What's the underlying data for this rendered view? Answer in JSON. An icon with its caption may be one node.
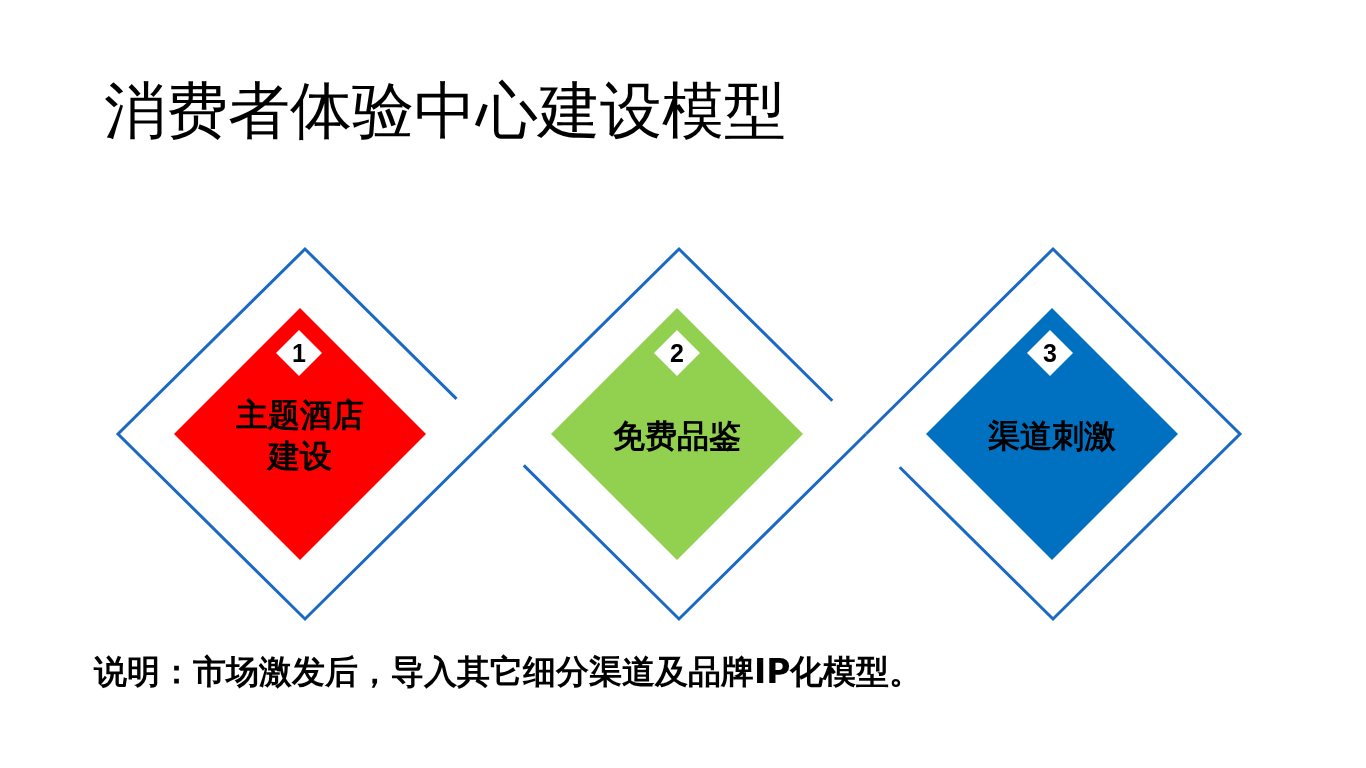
{
  "diagram": {
    "title": "消费者体验中心建设模型",
    "nodes": [
      {
        "text": [],
        "shape": "diamond"
      },
      {
        "text": [
          "主题酒店建设"
        ],
        "in": 0
      },
      {
        "text": [
          "1"
        ],
        "in": 1
      },
      {
        "text": [],
        "shape": "diamond"
      },
      {
        "text": [
          "免费品鉴"
        ],
        "in": 3
      },
      {
        "text": [
          "2"
        ],
        "in": 4
      },
      {
        "text": [],
        "shape": "diamond"
      },
      {
        "text": [
          "渠道刺激"
        ],
        "in": 6
      },
      {
        "text": [
          "3"
        ],
        "in": 7
      }
    ],
    "labels": [
      "说明：市场激发后，导入其它细分渠道及品牌IP化模型。"
    ]
  }
}
